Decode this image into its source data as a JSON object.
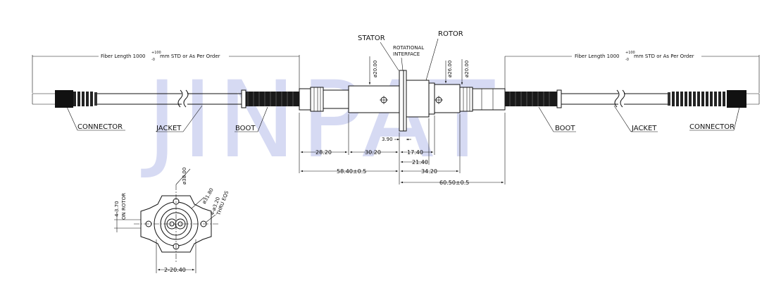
{
  "watermark": "JINPAT",
  "labels": {
    "fiber_length": "Fiber Length 1000",
    "fiber_tol_sup": "+100",
    "fiber_tol_sub": "-0",
    "fiber_suffix": "mm STD or As Per Order",
    "stator": "STATOR",
    "rotational_1": "ROTATIONAL",
    "rotational_2": "INTERFACE",
    "rotor": "ROTOR",
    "connector": "CONNECTOR",
    "jacket": "JACKET",
    "boot": "BOOT"
  },
  "dimensions": {
    "d20_left": "ø20.00",
    "d26": "ø26.00",
    "d20_right": "ø20.00",
    "d390": "3.90",
    "d2820": "28.20",
    "d3020": "30.20",
    "d1740": "17.40",
    "d2140": "21.40",
    "d5840": "58.40±0.5",
    "d3420": "34.20",
    "d6050": "60.50±0.5"
  },
  "end_view": {
    "d38": "ø38.00",
    "d3180": "ø31.80",
    "holes_1": "4-ø3.20",
    "holes_2": "THRU EQS",
    "rotor_1": "4-3.70",
    "rotor_2": "ON ROTOR",
    "spacing": "2-20.40"
  }
}
